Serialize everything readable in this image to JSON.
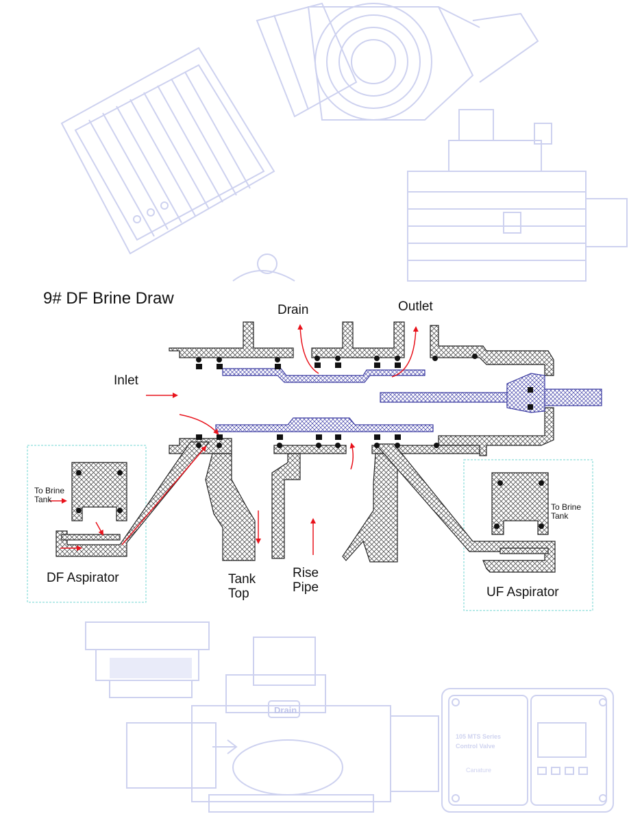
{
  "title": "9# DF Brine Draw",
  "labels": {
    "drain": "Drain",
    "outlet": "Outlet",
    "inlet": "Inlet",
    "to_brine_tank_left": [
      "To Brine",
      "Tank"
    ],
    "to_brine_tank_right": [
      "To Brine",
      "Tank"
    ],
    "df_aspirator": "DF Aspirator",
    "uf_aspirator": "UF Aspirator",
    "tank_top": [
      "Tank",
      "Top"
    ],
    "rise_pipe": [
      "Rise",
      "Pipe"
    ],
    "watermark_drain": "Drain",
    "watermark_panel": [
      "105 MTS Series",
      "Control Valve",
      "Canature"
    ]
  },
  "colors": {
    "flow_arrow": "#e8121b",
    "hatch": "#222222",
    "piston": "#3a3aa0",
    "watermark": "#c9cdee",
    "aspirator_box": "#6fd4d2"
  }
}
